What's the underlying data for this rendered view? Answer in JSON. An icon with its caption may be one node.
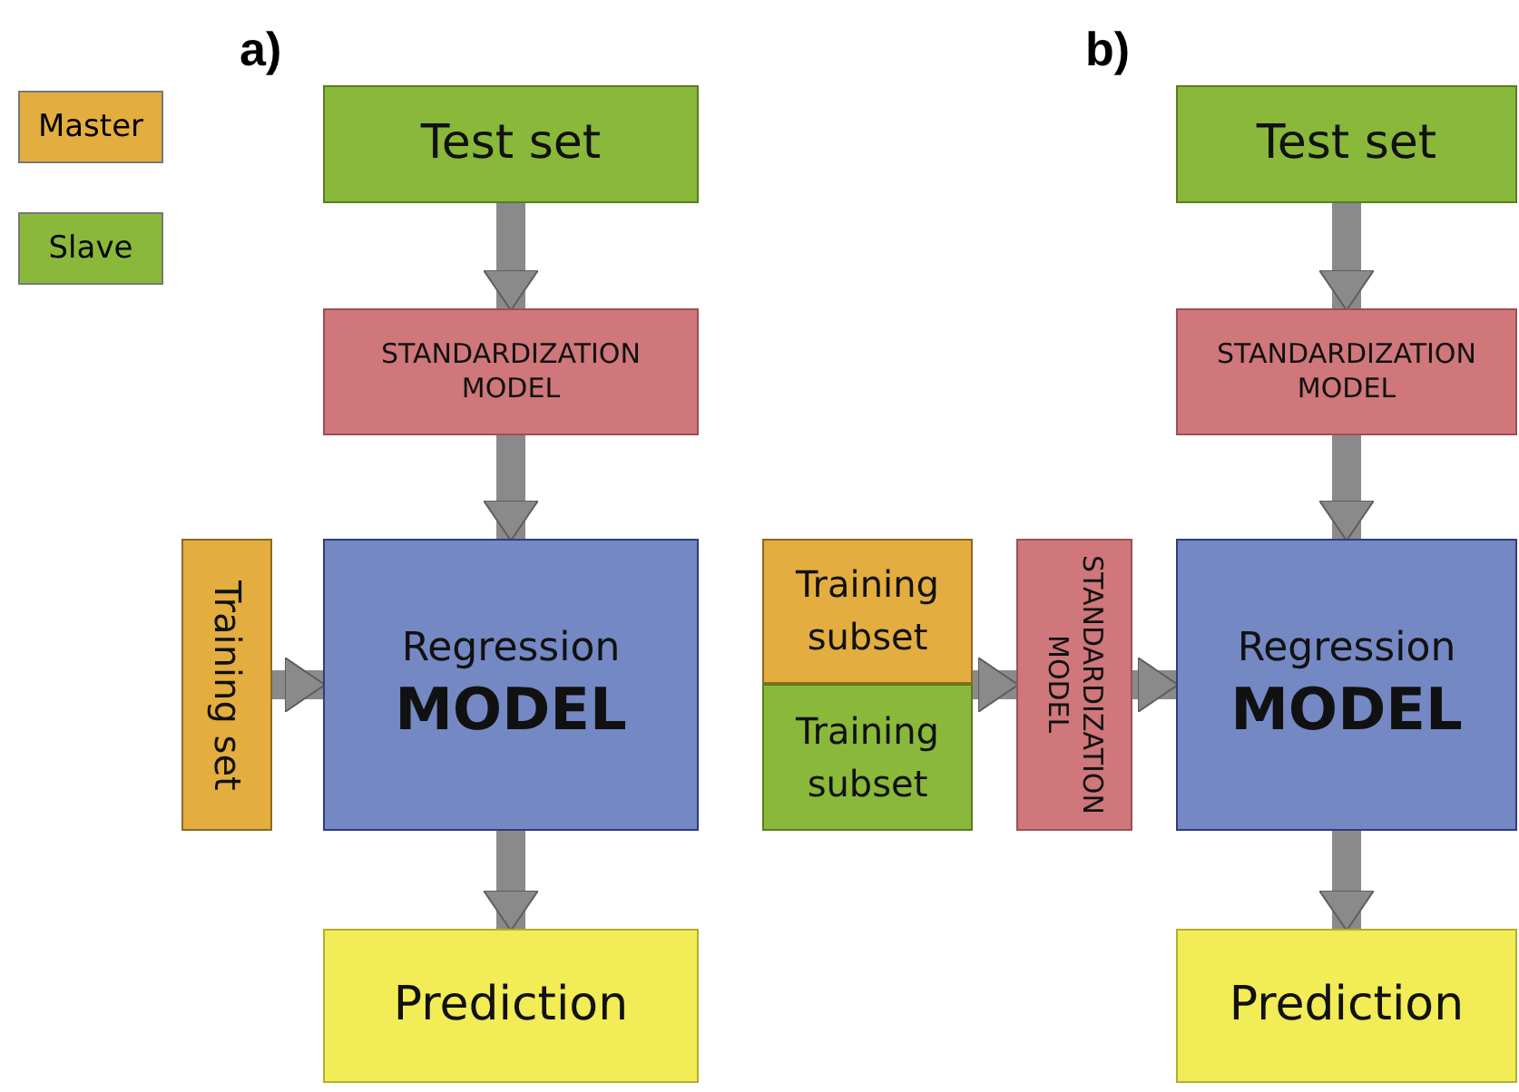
{
  "diagram": {
    "nodes": [
      {
        "text": [
          "Test set"
        ]
      },
      {
        "text": [
          "STANDARDIZATION MODEL"
        ]
      },
      {
        "text": [
          "Training set"
        ]
      },
      {
        "text": [
          "Regression",
          "MODEL"
        ]
      },
      {
        "text": [
          "Prediction"
        ]
      },
      {
        "text": [
          "Test set"
        ]
      },
      {
        "text": [
          "STANDARDIZATION MODEL"
        ]
      },
      {
        "text": [
          "Training subset"
        ]
      },
      {
        "text": [
          "Training subset"
        ]
      },
      {
        "text": [
          "STANDARDIZATION MODEL"
        ]
      },
      {
        "text": [
          "Regression",
          "MODEL"
        ]
      },
      {
        "text": [
          "Prediction"
        ]
      }
    ],
    "edges": [
      {
        "from": 0,
        "to": 1,
        "arrow": "to"
      },
      {
        "from": 1,
        "to": 3,
        "arrow": "to"
      },
      {
        "from": 2,
        "to": 3,
        "arrow": "to"
      },
      {
        "from": 3,
        "to": 4,
        "arrow": "to"
      },
      {
        "from": 5,
        "to": 6,
        "arrow": "to"
      },
      {
        "from": 6,
        "to": 10,
        "arrow": "to"
      },
      {
        "from": 7,
        "to": 9,
        "arrow": "to"
      },
      {
        "from": 8,
        "to": 9,
        "arrow": "to"
      },
      {
        "from": 9,
        "to": 10,
        "arrow": "to"
      },
      {
        "from": 10,
        "to": 11,
        "arrow": "to"
      }
    ],
    "labels": [
      "a)",
      "b)"
    ],
    "legend": [
      {
        "text": "Master",
        "color": "#e3ae3f"
      },
      {
        "text": "Slave",
        "color": "#8ab83a"
      }
    ]
  }
}
